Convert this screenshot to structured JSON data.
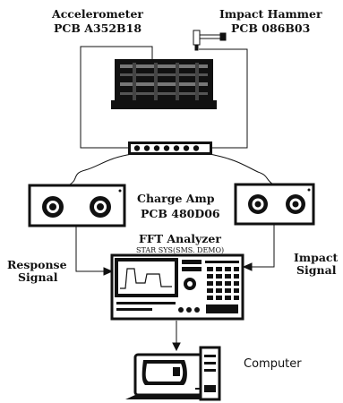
{
  "labels": {
    "accelerometer_title": "Accelerometer",
    "accelerometer_model": "PCB A352B18",
    "hammer_title": "Impact Hammer",
    "hammer_model": "PCB 086B03",
    "charge_amp_title": "Charge Amp",
    "charge_amp_model": "PCB 480D06",
    "fft_title": "FFT Analyzer",
    "fft_subtitle": "STAR SYS(SMS. DEMO)",
    "response_line1": "Response",
    "response_line2": "Signal",
    "impact_line1": "Impact",
    "impact_line2": "Signal",
    "computer": "Computer"
  },
  "colors": {
    "ink": "#111111",
    "paper": "#ffffff"
  },
  "icons": [
    "accelerometer-sensor",
    "impact-hammer",
    "test-structure",
    "junction-box",
    "charge-amplifier",
    "fft-analyzer",
    "computer"
  ]
}
